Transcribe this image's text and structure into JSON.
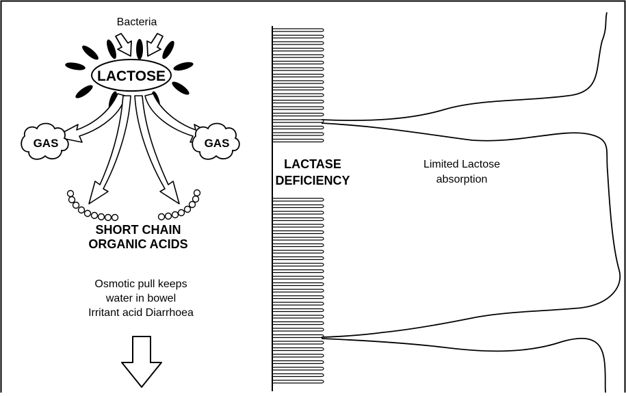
{
  "labels": {
    "bacteria": "Bacteria",
    "lactose": "LACTOSE",
    "gas_left": "GAS",
    "gas_right": "GAS",
    "acids_line1": "SHORT CHAIN",
    "acids_line2": "ORGANIC ACIDS",
    "osmotic_line1": "Osmotic pull keeps",
    "osmotic_line2": "water in bowel",
    "osmotic_line3": "Irritant acid Diarrhoea",
    "deficiency_line1": "LACTASE",
    "deficiency_line2": "DEFICIENCY",
    "absorption_line1": "Limited Lactose",
    "absorption_line2": "absorption"
  },
  "colors": {
    "ink": "#000000",
    "paper": "#ffffff"
  }
}
